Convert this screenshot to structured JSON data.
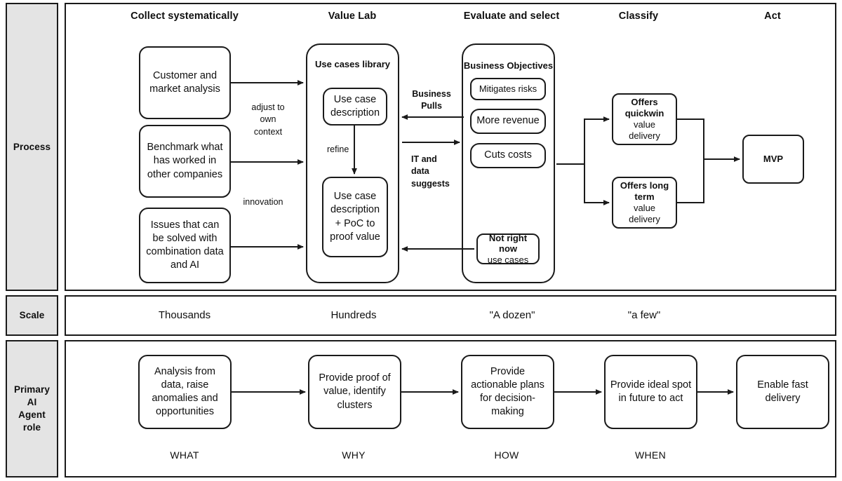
{
  "colors": {
    "stroke": "#1a1a1a",
    "label_fill": "#e4e4e4",
    "page_bg": "#ffffff",
    "node_fill": "#ffffff"
  },
  "row_labels": [
    {
      "id": "process",
      "label": "Process"
    },
    {
      "id": "scale",
      "label": "Scale"
    },
    {
      "id": "agent_role",
      "label": "Primary\nAI\nAgent\nrole"
    }
  ],
  "columns": [
    {
      "id": "collect",
      "header": "Collect systematically"
    },
    {
      "id": "valuelab",
      "header": "Value Lab"
    },
    {
      "id": "evaluate",
      "header": "Evaluate and select"
    },
    {
      "id": "classify",
      "header": "Classify"
    },
    {
      "id": "act",
      "header": "Act"
    }
  ],
  "process_row": {
    "collect_nodes": [
      {
        "id": "customer-market",
        "text": "Customer and market analysis"
      },
      {
        "id": "benchmark",
        "text": "Benchmark what has worked in other companies"
      },
      {
        "id": "issues-data-ai",
        "text": "Issues that can be solved with combination data and AI"
      }
    ],
    "collect_edge_labels": [
      {
        "id": "adjust-to-own-context",
        "text": "adjust to\nown\ncontext"
      },
      {
        "id": "innovation",
        "text": "innovation"
      }
    ],
    "value_lab_group": {
      "title": "Use cases library",
      "nodes": [
        {
          "id": "use-case-description",
          "text": "Use case description"
        },
        {
          "id": "use-case-poc",
          "text": "Use case description + PoC to proof value"
        }
      ],
      "edge_label": "refine"
    },
    "evaluate_group": {
      "title": "Business Objectives",
      "objectives": [
        {
          "id": "mitigates-risks",
          "text": "Mitigates risks"
        },
        {
          "id": "more-revenue",
          "text": "More revenue"
        },
        {
          "id": "cuts-costs",
          "text": "Cuts costs"
        }
      ],
      "not_now": {
        "id": "not-right-now",
        "bold_text": "Not right now",
        "plain_text": "use cases"
      }
    },
    "middle_edge_labels": [
      {
        "id": "business-pulls",
        "text": "Business\nPulls"
      },
      {
        "id": "it-data-suggests",
        "text": "IT and\ndata\nsuggests"
      }
    ],
    "classify_nodes": [
      {
        "id": "offers-quickwin",
        "bold_text": "Offers quickwin",
        "plain_text": "value delivery"
      },
      {
        "id": "offers-long-term",
        "bold_text": "Offers long term",
        "plain_text": "value delivery"
      }
    ],
    "act_node": {
      "id": "mvp",
      "text": "MVP"
    }
  },
  "scale_row": [
    {
      "id": "scale-collect",
      "text": "Thousands"
    },
    {
      "id": "scale-valuelab",
      "text": "Hundreds"
    },
    {
      "id": "scale-evaluate",
      "text": "\"A dozen\""
    },
    {
      "id": "scale-classify",
      "text": "\"a few\""
    },
    {
      "id": "scale-act",
      "text": ""
    }
  ],
  "agent_row": {
    "nodes": [
      {
        "id": "agent-analysis",
        "text": "Analysis from data, raise anomalies and opportunities"
      },
      {
        "id": "agent-proof",
        "text": "Provide proof of value, identify clusters"
      },
      {
        "id": "agent-plans",
        "text": "Provide actionable plans for decision-making"
      },
      {
        "id": "agent-ideal-spot",
        "text": "Provide ideal spot in future to act"
      },
      {
        "id": "agent-fast",
        "text": "Enable fast delivery"
      }
    ],
    "captions": [
      {
        "id": "caption-what",
        "text": "WHAT"
      },
      {
        "id": "caption-why",
        "text": "WHY"
      },
      {
        "id": "caption-how",
        "text": "HOW"
      },
      {
        "id": "caption-when",
        "text": "WHEN"
      }
    ]
  }
}
